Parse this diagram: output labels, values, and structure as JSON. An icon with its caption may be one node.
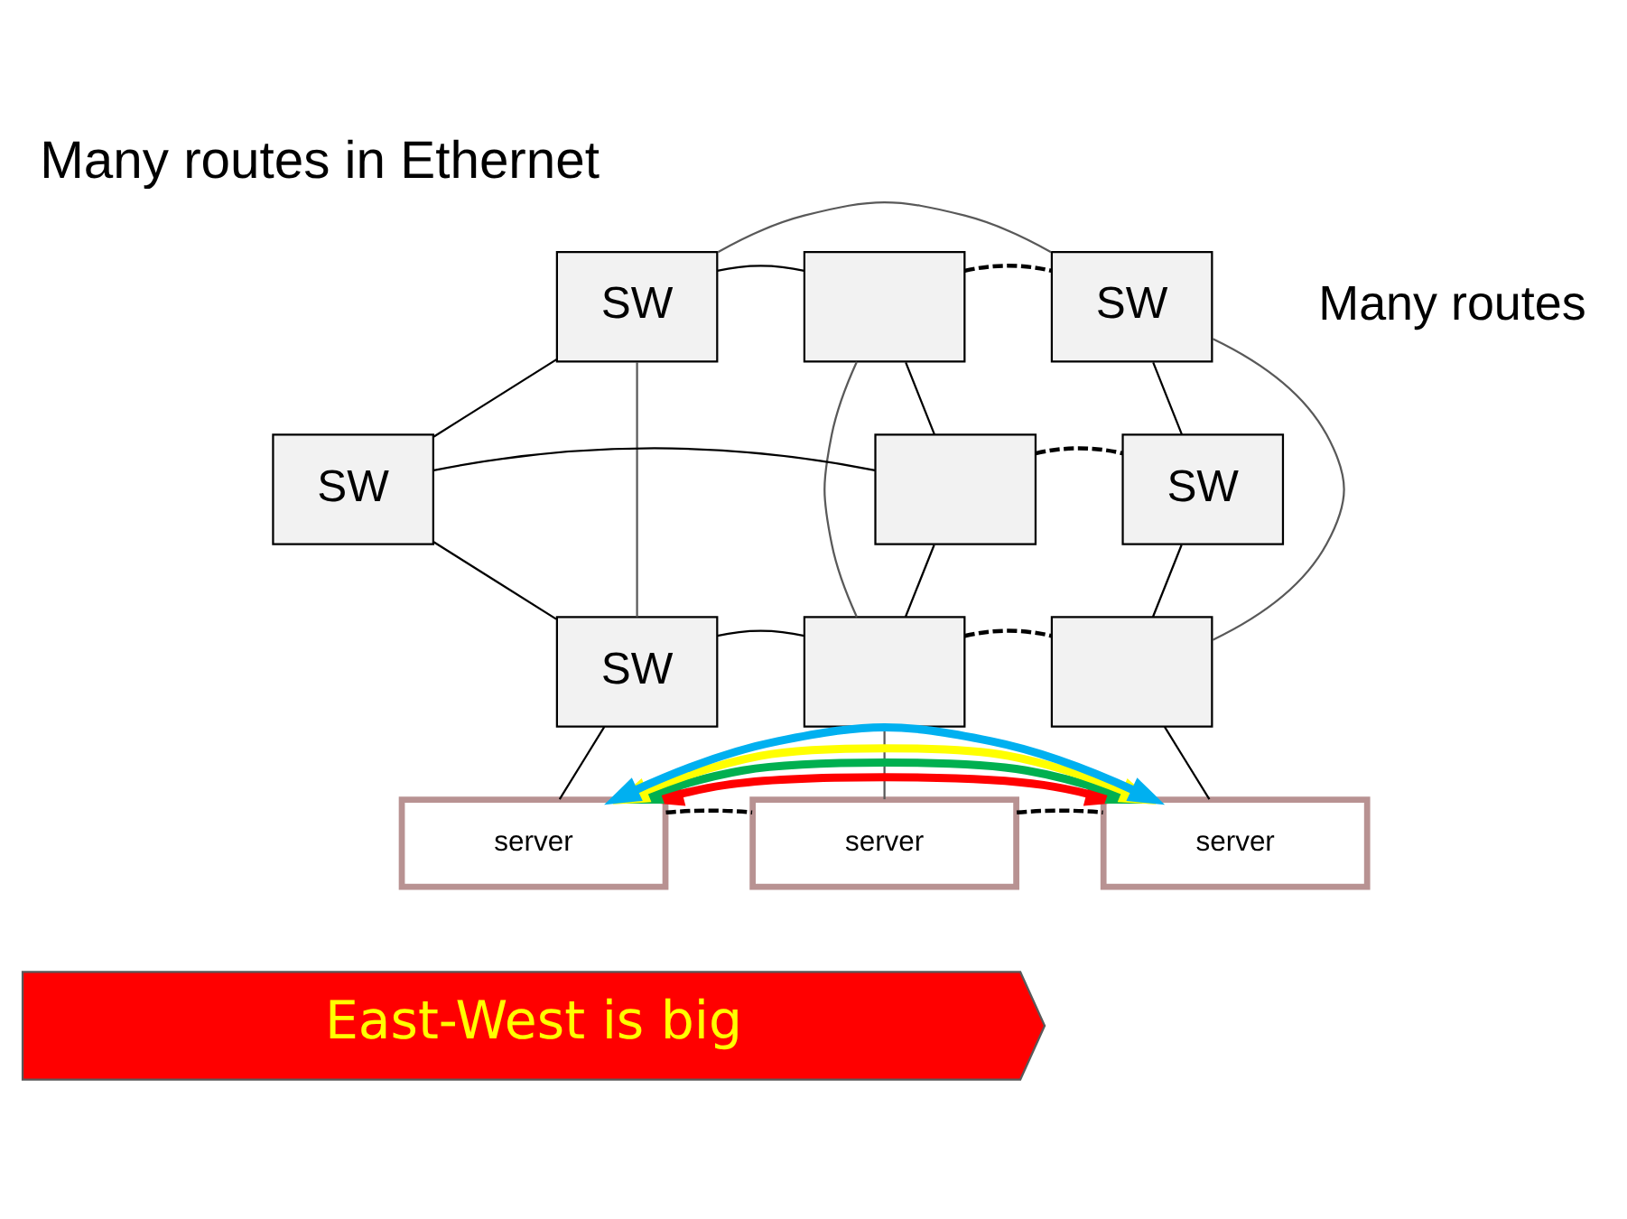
{
  "diagram": {
    "title": "Many routes in Ethernet",
    "nodes": [
      {
        "text": [
          "SW"
        ]
      },
      {
        "text": [],
        "shape": "box"
      },
      {
        "text": [
          "SW"
        ]
      },
      {
        "text": [
          "SW"
        ]
      },
      {
        "text": [],
        "shape": "box"
      },
      {
        "text": [
          "SW"
        ]
      },
      {
        "text": [
          "SW"
        ]
      },
      {
        "text": [],
        "shape": "box"
      },
      {
        "text": [],
        "shape": "box"
      },
      {
        "text": [
          "server"
        ]
      },
      {
        "text": [
          "server"
        ]
      },
      {
        "text": [
          "server"
        ]
      },
      {
        "text": [
          "East-West is big"
        ]
      }
    ],
    "edges": [
      {
        "from": 0,
        "to": 1,
        "arrow": "none"
      },
      {
        "from": 1,
        "to": 2,
        "arrow": "none",
        "style": "dashed"
      },
      {
        "from": 0,
        "to": 3,
        "arrow": "none"
      },
      {
        "from": 1,
        "to": 4,
        "arrow": "none"
      },
      {
        "from": 2,
        "to": 5,
        "arrow": "none"
      },
      {
        "from": 3,
        "to": 4,
        "arrow": "none"
      },
      {
        "from": 4,
        "to": 5,
        "arrow": "none",
        "style": "dashed"
      },
      {
        "from": 3,
        "to": 6,
        "arrow": "none"
      },
      {
        "from": 4,
        "to": 7,
        "arrow": "none"
      },
      {
        "from": 5,
        "to": 8,
        "arrow": "none"
      },
      {
        "from": 6,
        "to": 7,
        "arrow": "none"
      },
      {
        "from": 7,
        "to": 8,
        "arrow": "none",
        "style": "dashed"
      },
      {
        "from": 0,
        "to": 2,
        "arrow": "none",
        "color": "#595959"
      },
      {
        "from": 0,
        "to": 6,
        "arrow": "none",
        "color": "#595959"
      },
      {
        "from": 1,
        "to": 7,
        "arrow": "none",
        "color": "#595959"
      },
      {
        "from": 2,
        "to": 8,
        "arrow": "none",
        "color": "#595959"
      },
      {
        "from": 6,
        "to": 9,
        "arrow": "none"
      },
      {
        "from": 7,
        "to": 10,
        "arrow": "none",
        "color": "#595959"
      },
      {
        "from": 8,
        "to": 11,
        "arrow": "none"
      },
      {
        "from": 9,
        "to": 10,
        "arrow": "none",
        "style": "dashed"
      },
      {
        "from": 10,
        "to": 11,
        "arrow": "none",
        "style": "dashed"
      },
      {
        "from": 9,
        "to": 11,
        "arrow": "both",
        "style": "thick",
        "color": "#ff0000"
      },
      {
        "from": 9,
        "to": 11,
        "arrow": "both",
        "style": "thick",
        "color": "#00b050"
      },
      {
        "from": 9,
        "to": 11,
        "arrow": "both",
        "style": "thick",
        "color": "#ffff00"
      },
      {
        "from": 9,
        "to": 11,
        "arrow": "both",
        "style": "thick",
        "color": "#00b0f0"
      }
    ],
    "labels": [
      "Many routes"
    ]
  }
}
